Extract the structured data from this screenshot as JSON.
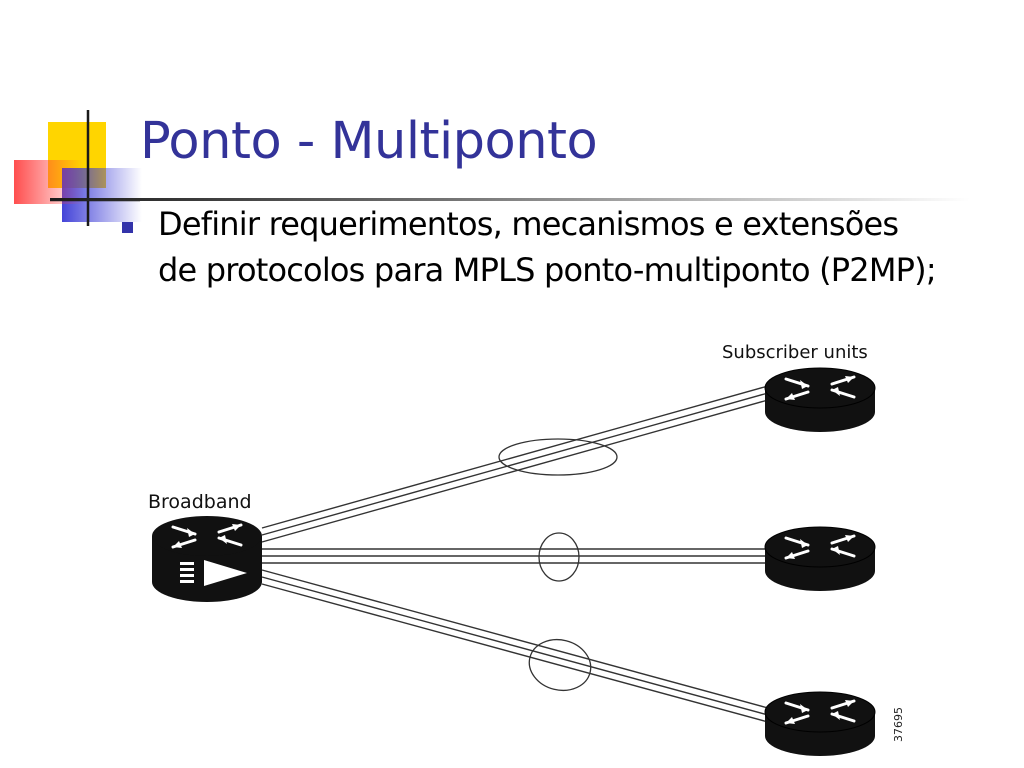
{
  "slide": {
    "title": "Ponto - Multiponto",
    "bullets": [
      "Definir requerimentos, mecanismos e extensões de protocolos para MPLS ponto-multiponto (P2MP);"
    ]
  },
  "diagram": {
    "source_label": "Broadband",
    "destinations_label": "Subscriber units",
    "figure_id": "37695"
  },
  "colors": {
    "title": "#333399",
    "bullet": "#3333aa",
    "deco_yellow": "#ffd500",
    "deco_blue": "#3a3ad6",
    "deco_red": "#ff3a3a"
  }
}
